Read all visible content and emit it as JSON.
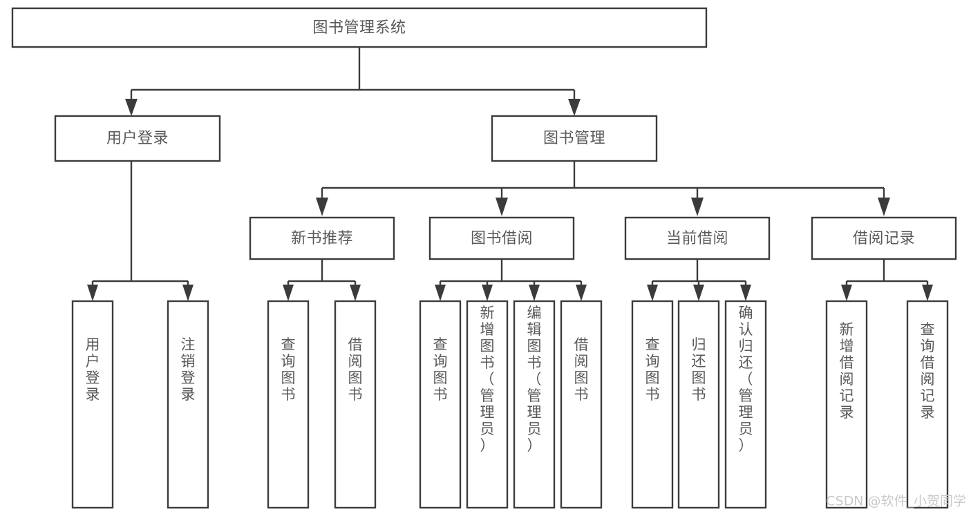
{
  "diagram": {
    "type": "tree-hierarchy",
    "title": "图书管理系统",
    "root": {
      "id": "root",
      "label": "图书管理系统",
      "orientation": "horizontal"
    },
    "level2": [
      {
        "id": "user-login",
        "label": "用户登录",
        "orientation": "horizontal"
      },
      {
        "id": "book-management",
        "label": "图书管理",
        "orientation": "horizontal"
      }
    ],
    "level3": [
      {
        "id": "new-book-recommend",
        "label": "新书推荐",
        "orientation": "horizontal",
        "parent": "book-management"
      },
      {
        "id": "book-borrow",
        "label": "图书借阅",
        "orientation": "horizontal",
        "parent": "book-management"
      },
      {
        "id": "current-borrow",
        "label": "当前借阅",
        "orientation": "horizontal",
        "parent": "book-management"
      },
      {
        "id": "borrow-record",
        "label": "借阅记录",
        "orientation": "horizontal",
        "parent": "book-management"
      }
    ],
    "leaves": [
      {
        "id": "leaf-user-login",
        "label": "用户登录",
        "orientation": "vertical",
        "parent": "user-login"
      },
      {
        "id": "leaf-user-logout",
        "label": "注销登录",
        "orientation": "vertical",
        "parent": "user-login"
      },
      {
        "id": "leaf-query-book-1",
        "label": "查询图书",
        "orientation": "vertical",
        "parent": "new-book-recommend"
      },
      {
        "id": "leaf-borrow-book-1",
        "label": "借阅图书",
        "orientation": "vertical",
        "parent": "new-book-recommend"
      },
      {
        "id": "leaf-query-book-2",
        "label": "查询图书",
        "orientation": "vertical",
        "parent": "book-borrow"
      },
      {
        "id": "leaf-add-book",
        "label": "新增图书（管理员）",
        "orientation": "vertical",
        "parent": "book-borrow"
      },
      {
        "id": "leaf-edit-book",
        "label": "编辑图书（管理员）",
        "orientation": "vertical",
        "parent": "book-borrow"
      },
      {
        "id": "leaf-borrow-book-2",
        "label": "借阅图书",
        "orientation": "vertical",
        "parent": "book-borrow"
      },
      {
        "id": "leaf-query-book-3",
        "label": "查询图书",
        "orientation": "vertical",
        "parent": "current-borrow"
      },
      {
        "id": "leaf-return-book",
        "label": "归还图书",
        "orientation": "vertical",
        "parent": "current-borrow"
      },
      {
        "id": "leaf-confirm-return",
        "label": "确认归还（管理员）",
        "orientation": "vertical",
        "parent": "current-borrow"
      },
      {
        "id": "leaf-add-record",
        "label": "新增借阅记录",
        "orientation": "vertical",
        "parent": "borrow-record"
      },
      {
        "id": "leaf-query-record",
        "label": "查询借阅记录",
        "orientation": "vertical",
        "parent": "borrow-record"
      }
    ],
    "colors": {
      "background": "#ffffff",
      "box_fill": "#ffffff",
      "box_stroke": "#3b3b3b",
      "text": "#59595b",
      "watermark": "#c9c9c9"
    }
  },
  "watermark": {
    "text": "CSDN @软件_小贺同学"
  }
}
